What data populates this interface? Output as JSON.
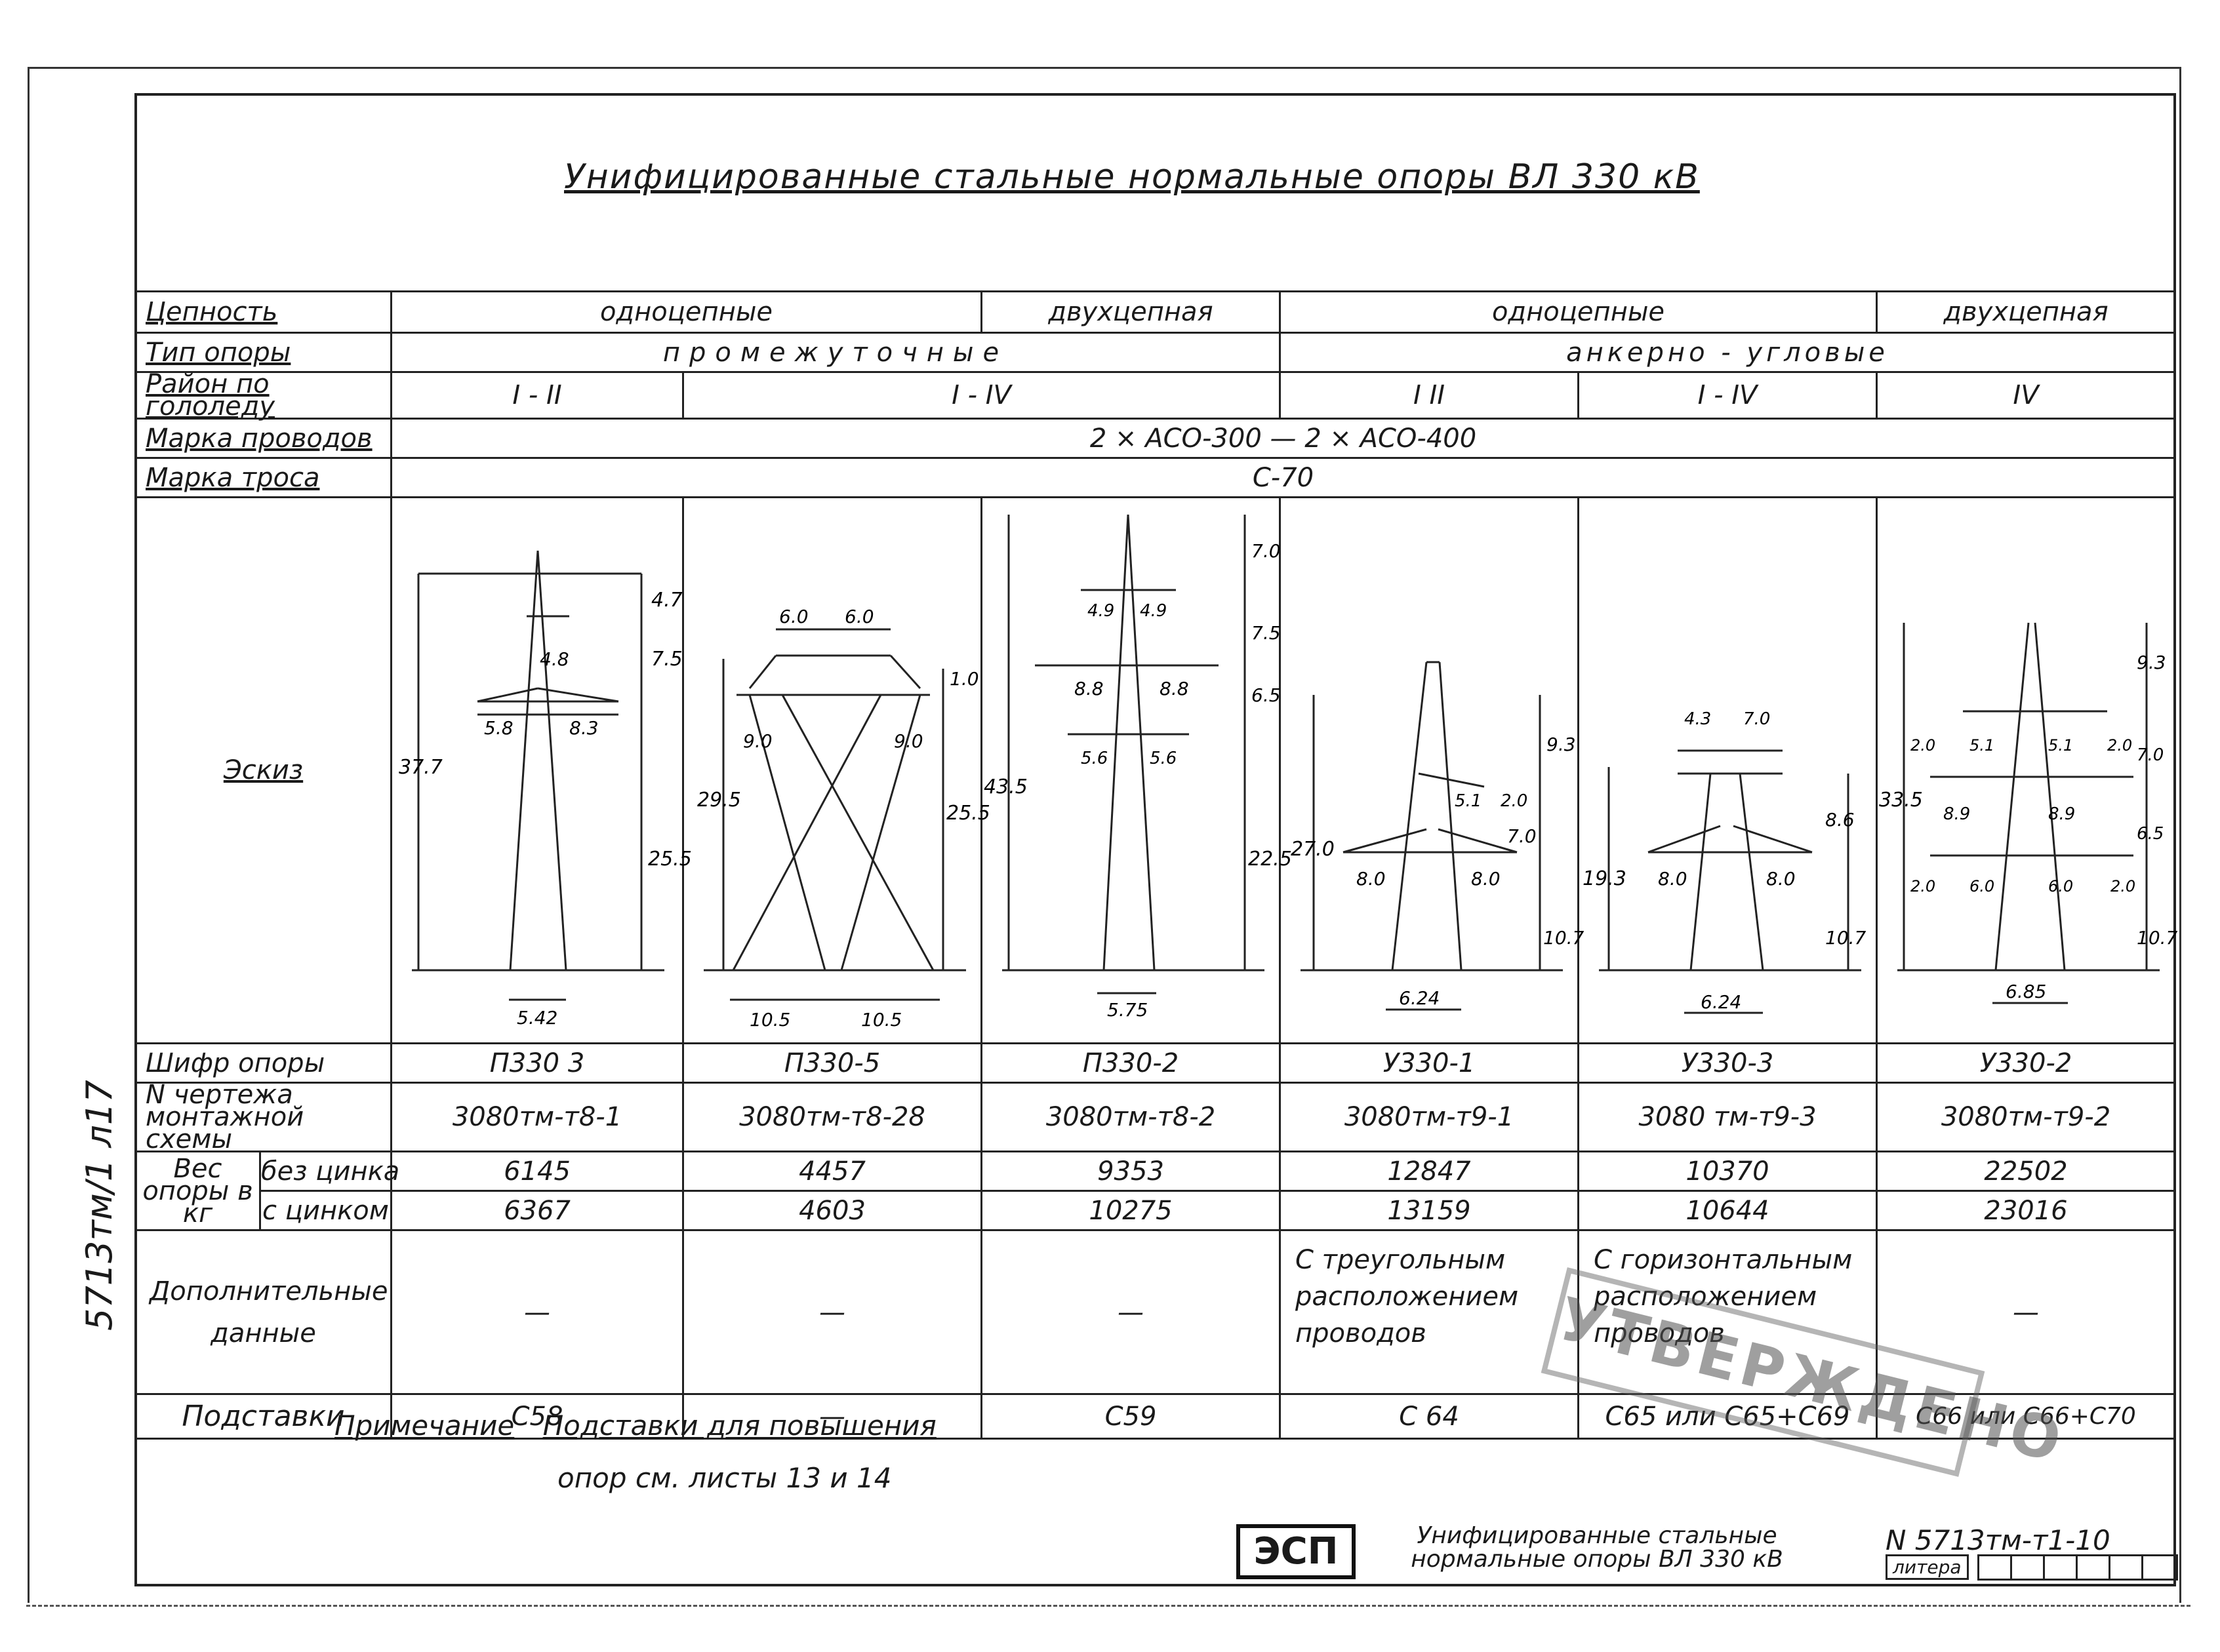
{
  "title": "Унифицированные стальные нормальные опоры ВЛ 330 кВ",
  "side_code": "5713тм/1 л17",
  "labels": {
    "chain": "Цепность",
    "type": "Тип опоры",
    "region": "Район по гололеду",
    "wire": "Марка проводов",
    "cable": "Марка троса",
    "sketch": "Эскиз",
    "code": "Шифр опоры",
    "drawing": "N чертежа монтажной схемы",
    "weight": "Вес опоры в кг",
    "no_zinc": "без цинка",
    "with_zinc": "с цинком",
    "extra": "Дополнительные данные",
    "stands": "Подставки"
  },
  "header": {
    "chain_single1": "одноцепные",
    "chain_double1": "двухцепная",
    "chain_single2": "одноцепные",
    "chain_double2": "двухцепная",
    "type_intermediate": "промежуточные",
    "type_anchor": "анкерно - угловые",
    "region": [
      "I - II",
      "I - IV",
      "I  II",
      "I - IV",
      "IV"
    ],
    "wire": "2 × АСО-300 — 2 × АСО-400",
    "cable": "С-70"
  },
  "columns": [
    {
      "code": "П330 3",
      "drawing": "3080тм-т8-1",
      "no_zinc": "6145",
      "with_zinc": "6367",
      "extra": "—",
      "stand": "С58"
    },
    {
      "code": "П330-5",
      "drawing": "3080тм-т8-28",
      "no_zinc": "4457",
      "with_zinc": "4603",
      "extra": "—",
      "stand": "—"
    },
    {
      "code": "П330-2",
      "drawing": "3080тм-т8-2",
      "no_zinc": "9353",
      "with_zinc": "10275",
      "extra": "—",
      "stand": "С59"
    },
    {
      "code": "У330-1",
      "drawing": "3080тм-т9-1",
      "no_zinc": "12847",
      "with_zinc": "13159",
      "extra": "С треугольным расположением проводов",
      "stand": "С 64"
    },
    {
      "code": "У330-3",
      "drawing": "3080 тм-т9-3",
      "no_zinc": "10370",
      "with_zinc": "10644",
      "extra": "С горизонтальным расположением проводов",
      "stand": "С65 или С65+С69"
    },
    {
      "code": "У330-2",
      "drawing": "3080тм-т9-2",
      "no_zinc": "22502",
      "with_zinc": "23016",
      "extra": "—",
      "stand": "С66 или С66+С70"
    }
  ],
  "sketch_dims": {
    "t1": [
      "4.7",
      "7.5",
      "4.8",
      "5.8",
      "8.3",
      "37.7",
      "25.5",
      "5.42"
    ],
    "t2": [
      "6.0",
      "6.0",
      "1.0",
      "9.0",
      "9.0",
      "29.5",
      "25.5",
      "10.5",
      "10.5"
    ],
    "t3": [
      "7.0",
      "4.9",
      "4.9",
      "7.5",
      "8.8",
      "8.8",
      "6.5",
      "5.6",
      "5.6",
      "43.5",
      "22.5",
      "5.75"
    ],
    "t4": [
      "9.3",
      "5.1",
      "2.0",
      "7.0",
      "27.0",
      "8.0",
      "8.0",
      "10.7",
      "6.24"
    ],
    "t5": [
      "4.3",
      "7.0",
      "8.6",
      "19.3",
      "8.0",
      "8.0",
      "10.7",
      "6.24"
    ],
    "t6": [
      "9.3",
      "2.0",
      "5.1",
      "5.1",
      "2.0",
      "7.0",
      "33.5",
      "8.9",
      "8.9",
      "6.5",
      "2.0",
      "6.0",
      "6.0",
      "2.0",
      "10.7",
      "6.85"
    ]
  },
  "note_title": "Примечание",
  "note_line1": "Подставки для повышения",
  "note_line2": "опор см. листы 13 и 14",
  "stamp": {
    "esp": "ЭСП",
    "title": "Унифицированные стальные нормальные опоры ВЛ 330 кВ",
    "sheet": "N 5713тм-т1-10",
    "litera": "литера"
  },
  "approved_stamp": "УТВЕРЖДЕНО"
}
